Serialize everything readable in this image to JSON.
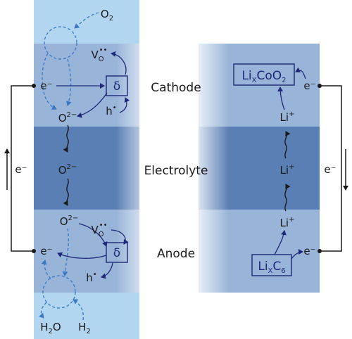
{
  "labels": {
    "cathode": "Cathode",
    "electrolyte": "Electrolyte",
    "anode": "Anode"
  },
  "species": {
    "o2_main": "O",
    "o2_sub": "2",
    "vacancy_main": "V",
    "vacancy_sub": "O",
    "vacancy_sup": "••",
    "electron": "e⁻",
    "delta": "δ",
    "oxide_main": "O",
    "oxide_sup": "2−",
    "hole_main": "h",
    "hole_sup": "•",
    "lithium_ion_main": "Li",
    "lithium_ion_sup": "+",
    "water_main": "H",
    "water_sub": "2",
    "water_tail": "O",
    "h2_main": "H",
    "h2_sub": "2"
  },
  "boxes": {
    "licoo2_a": "Li",
    "licoo2_x": "X",
    "licoo2_b": "CoO",
    "licoo2_2": "2",
    "lic6_a": "Li",
    "lic6_x": "X",
    "lic6_b": "C",
    "lic6_6": "6"
  },
  "colors": {
    "top_light": "#b3d6f0",
    "layer_mid": "#98b4d8",
    "electrolyte": "#5a7fb4",
    "arrow_navy": "#1e2a78",
    "dashed_blue": "#3a78c4"
  }
}
